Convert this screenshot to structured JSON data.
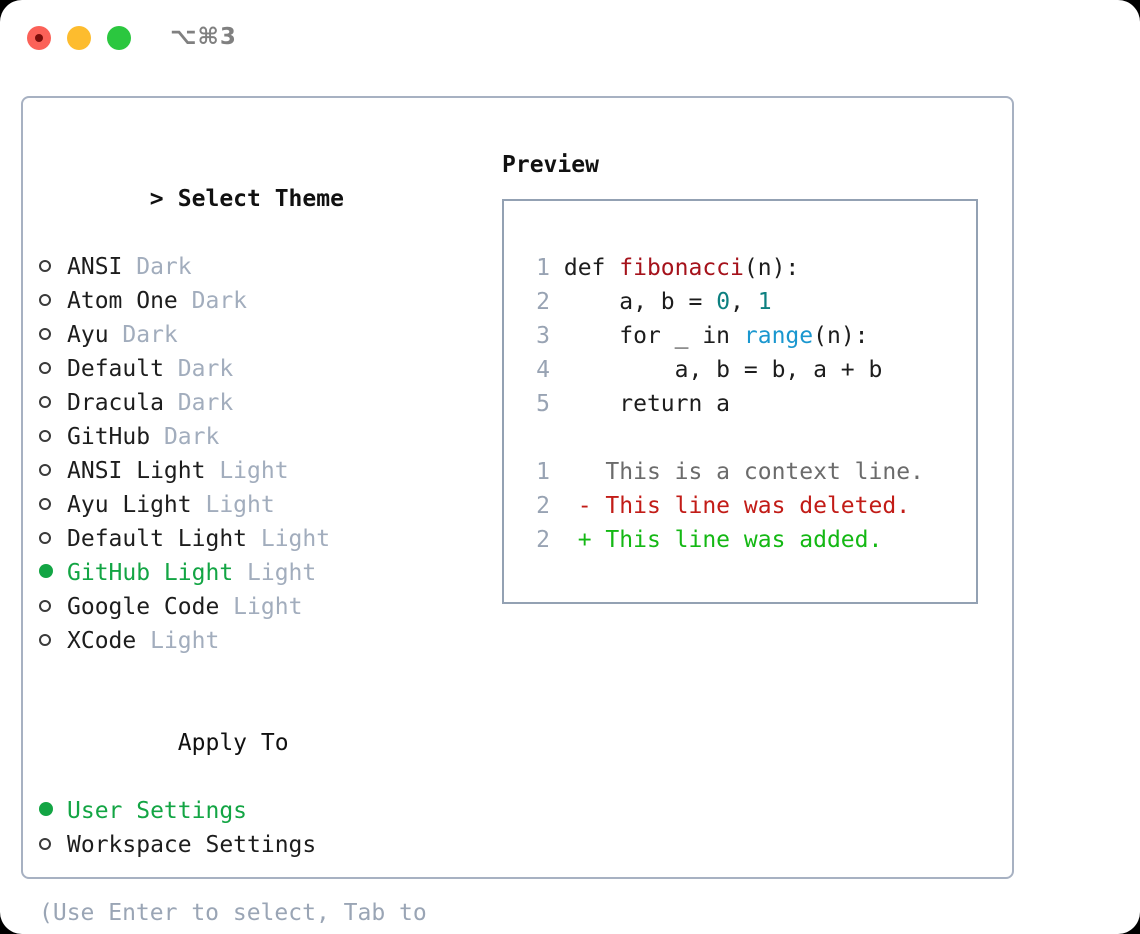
{
  "titlebar": {
    "shortcut": "⌥⌘3",
    "buttons": {
      "close": "close-button",
      "minimize": "minimize-button",
      "maximize": "maximize-button"
    }
  },
  "theme_list": {
    "caret": ">",
    "title": "Select Theme",
    "items": [
      {
        "label": "ANSI",
        "badge": "Dark",
        "selected": false
      },
      {
        "label": "Atom One",
        "badge": "Dark",
        "selected": false
      },
      {
        "label": "Ayu",
        "badge": "Dark",
        "selected": false
      },
      {
        "label": "Default",
        "badge": "Dark",
        "selected": false
      },
      {
        "label": "Dracula",
        "badge": "Dark",
        "selected": false
      },
      {
        "label": "GitHub",
        "badge": "Dark",
        "selected": false
      },
      {
        "label": "ANSI Light",
        "badge": "Light",
        "selected": false
      },
      {
        "label": "Ayu Light",
        "badge": "Light",
        "selected": false
      },
      {
        "label": "Default Light",
        "badge": "Light",
        "selected": false
      },
      {
        "label": "GitHub Light",
        "badge": "Light",
        "selected": true
      },
      {
        "label": "Google Code",
        "badge": "Light",
        "selected": false
      },
      {
        "label": "XCode",
        "badge": "Light",
        "selected": false
      }
    ]
  },
  "apply_to": {
    "title": "Apply To",
    "items": [
      {
        "label": "User Settings",
        "selected": true
      },
      {
        "label": "Workspace Settings",
        "selected": false
      }
    ]
  },
  "hint": "(Use Enter to select, Tab to change focus)",
  "preview": {
    "title": "Preview",
    "code_lines": [
      {
        "no": "1",
        "tokens": [
          {
            "t": "def ",
            "c": "plain"
          },
          {
            "t": "fibonacci",
            "c": "fn"
          },
          {
            "t": "(n):",
            "c": "plain"
          }
        ]
      },
      {
        "no": "2",
        "tokens": [
          {
            "t": "    a, b = ",
            "c": "plain"
          },
          {
            "t": "0",
            "c": "num"
          },
          {
            "t": ", ",
            "c": "plain"
          },
          {
            "t": "1",
            "c": "num"
          }
        ]
      },
      {
        "no": "3",
        "tokens": [
          {
            "t": "    for _ in ",
            "c": "plain"
          },
          {
            "t": "range",
            "c": "call"
          },
          {
            "t": "(n):",
            "c": "plain"
          }
        ]
      },
      {
        "no": "4",
        "tokens": [
          {
            "t": "        a, b = b, a + b",
            "c": "plain"
          }
        ]
      },
      {
        "no": "5",
        "tokens": [
          {
            "t": "    return a",
            "c": "plain"
          }
        ]
      }
    ],
    "diff_lines": [
      {
        "no": "1",
        "marker": " ",
        "text": " This is a context line.",
        "kind": "ctx"
      },
      {
        "no": "2",
        "marker": "-",
        "text": " This line was deleted.",
        "kind": "del"
      },
      {
        "no": "2",
        "marker": "+",
        "text": " This line was added.",
        "kind": "add"
      }
    ]
  },
  "colors": {
    "accent_green": "#13a544",
    "badge_gray": "#a2adbd",
    "hint_gray": "#9aa5b5",
    "lineno_gray": "#98a3b3",
    "border": "#a7b1c2",
    "preview_border": "#93a1b3",
    "syntax_function": "#a5121b",
    "syntax_number": "#0d8080",
    "syntax_call": "#1a97cf",
    "diff_delete": "#c21c17",
    "diff_add": "#14b814",
    "diff_context": "#6b6b6b"
  }
}
